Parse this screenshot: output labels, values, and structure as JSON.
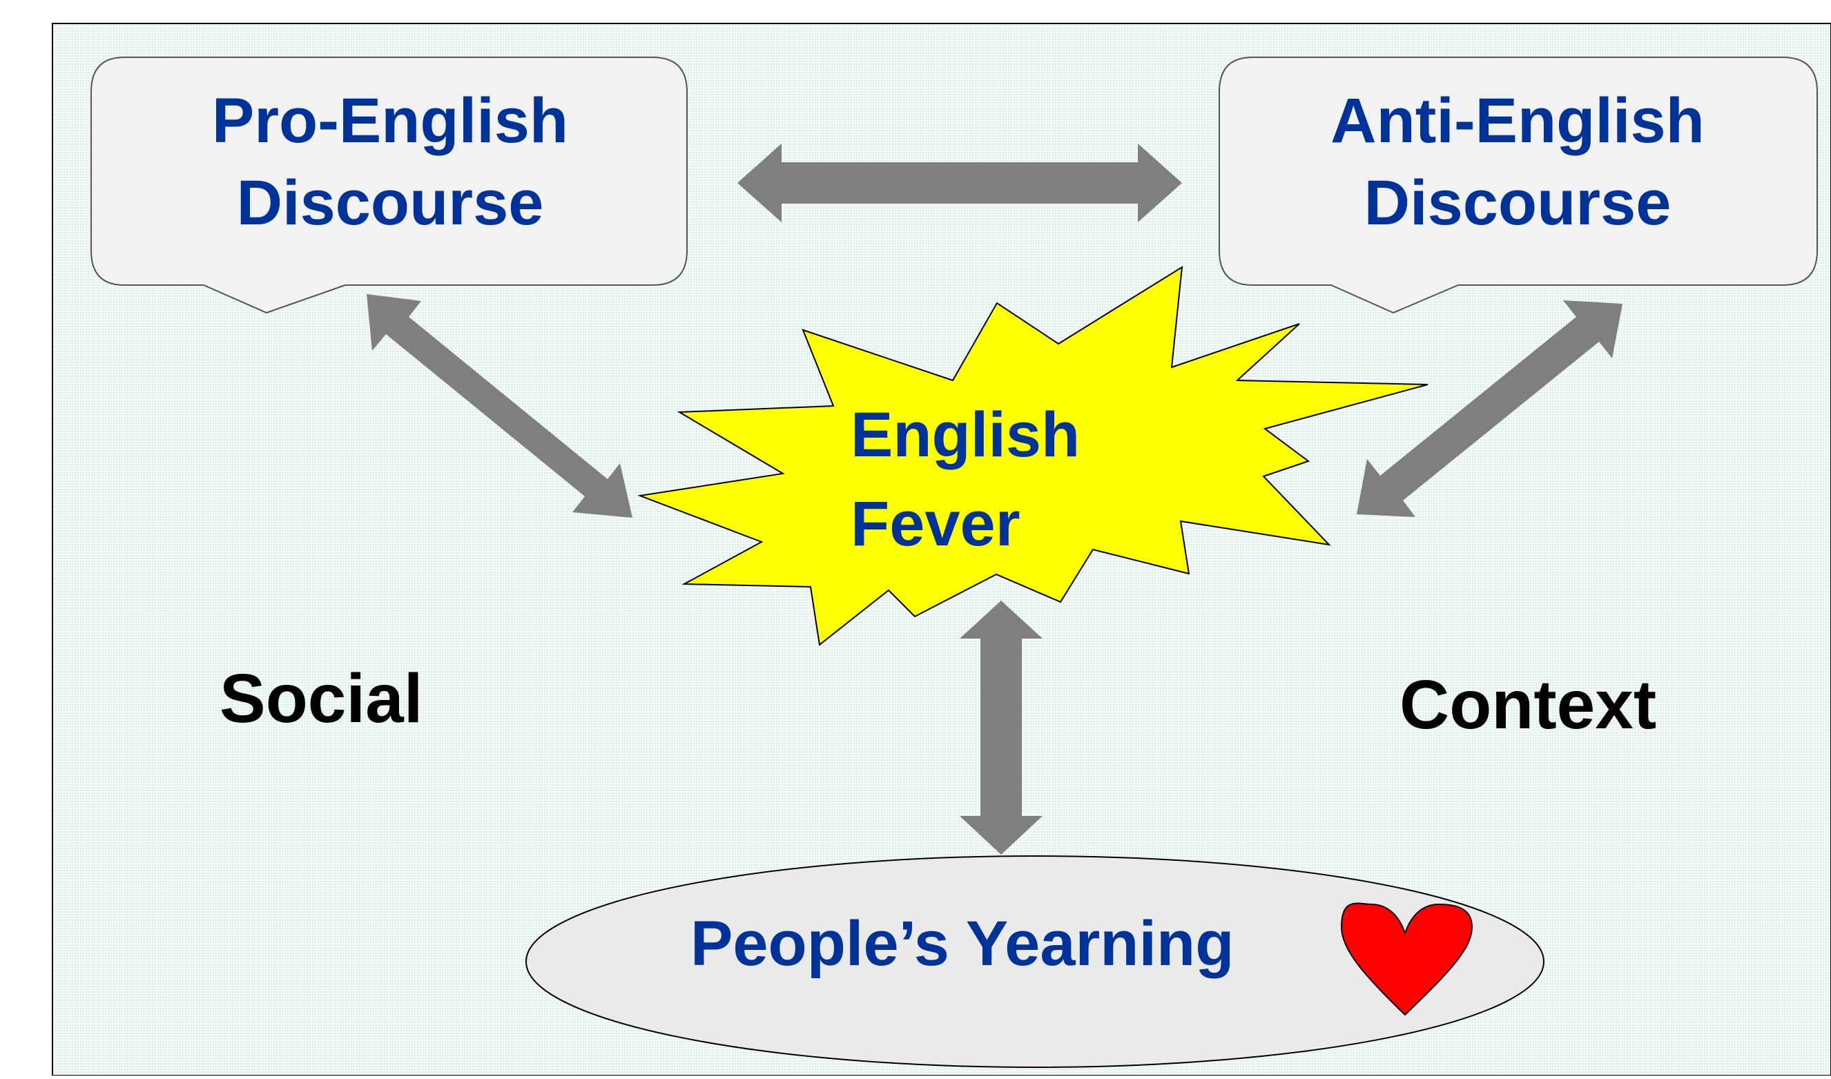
{
  "diagram": {
    "pro_english": {
      "line1": "Pro-English",
      "line2": "Discourse"
    },
    "anti_english": {
      "line1": "Anti-English",
      "line2": "Discourse"
    },
    "english_fever": {
      "line1": "English",
      "line2": "Fever"
    },
    "peoples_yearning": {
      "label": "People’s Yearning"
    },
    "context_left": "Social",
    "context_right": "Context"
  },
  "colors": {
    "background": "#e9f5f2",
    "callout_fill": "#f2f2f2",
    "callout_stroke": "#555555",
    "starburst_fill": "#ffff00",
    "ellipse_fill": "#eaeaea",
    "node_text": "#003399",
    "context_text": "#000000",
    "arrow": "#7f7f7f",
    "heart": "#ff0000"
  },
  "icons": {
    "heart": "heart-icon"
  }
}
